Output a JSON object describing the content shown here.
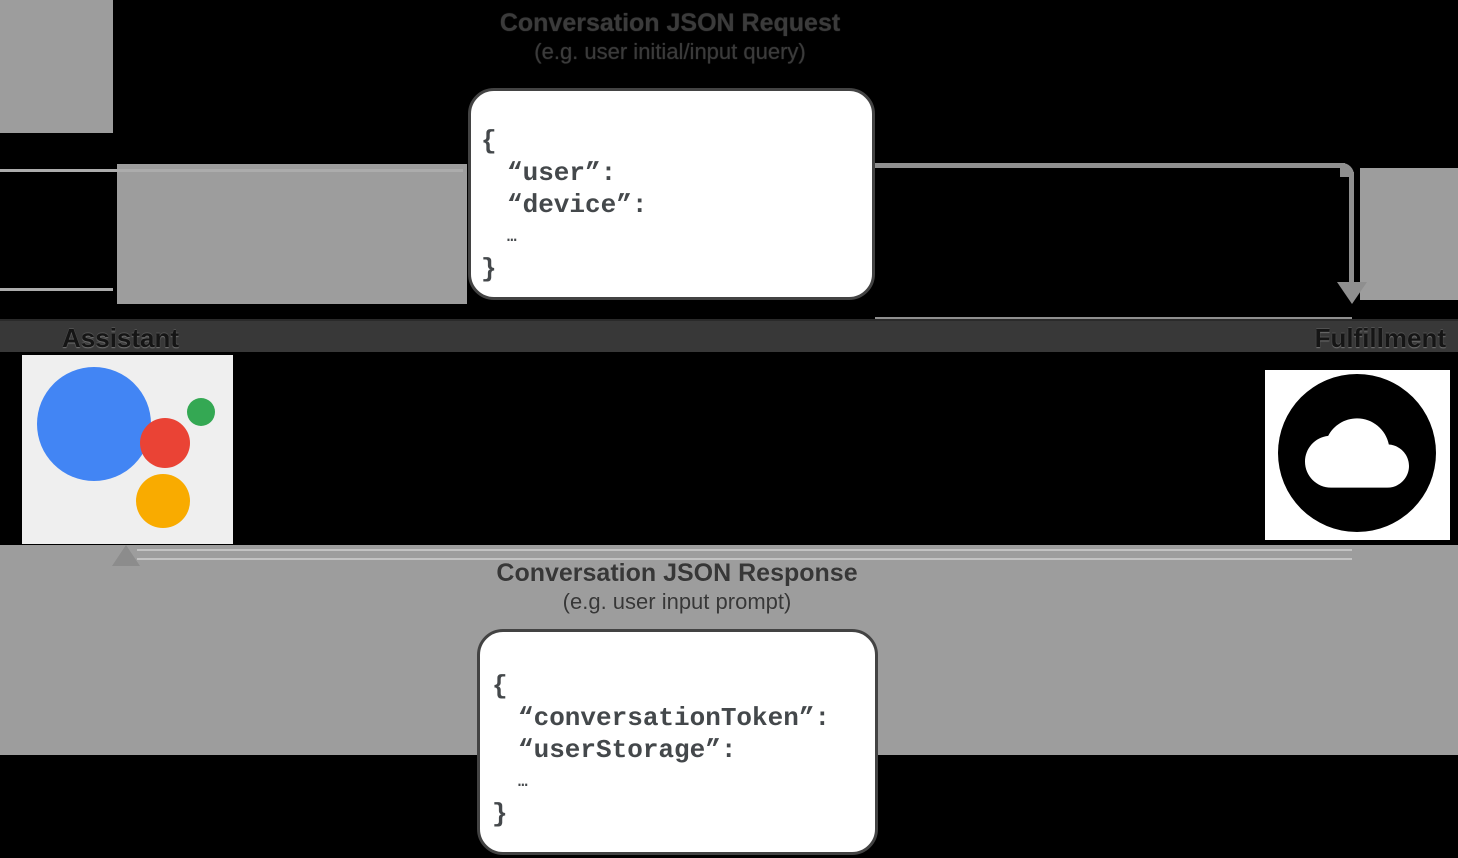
{
  "request": {
    "label_line1": "Conversation JSON Request",
    "label_line2": "(e.g. user initial/input query)",
    "code": [
      "{",
      "“user”:",
      "“device”:",
      "…",
      "}"
    ]
  },
  "response": {
    "label_line1": "Conversation JSON Response",
    "label_line2": "(e.g. user input prompt)",
    "code": [
      "{",
      "“conversationToken”:",
      "“userStorage”:",
      "…",
      "}"
    ]
  },
  "nodes": {
    "assistant": {
      "label": "Assistant"
    },
    "fulfillment": {
      "label": "Fulfillment"
    }
  },
  "icons": {
    "assistant": "google-assistant-logo",
    "fulfillment": "cloud-icon"
  },
  "colors": {
    "background": "#000000",
    "band_gray": "#9d9d9d",
    "label_band": "#383838",
    "arrow_gray": "#8f8f8f",
    "code_text": "#44484b",
    "assistant_blue": "#4285f4",
    "assistant_green": "#34a853",
    "assistant_red": "#ea4335",
    "assistant_yellow": "#f9ab00"
  }
}
